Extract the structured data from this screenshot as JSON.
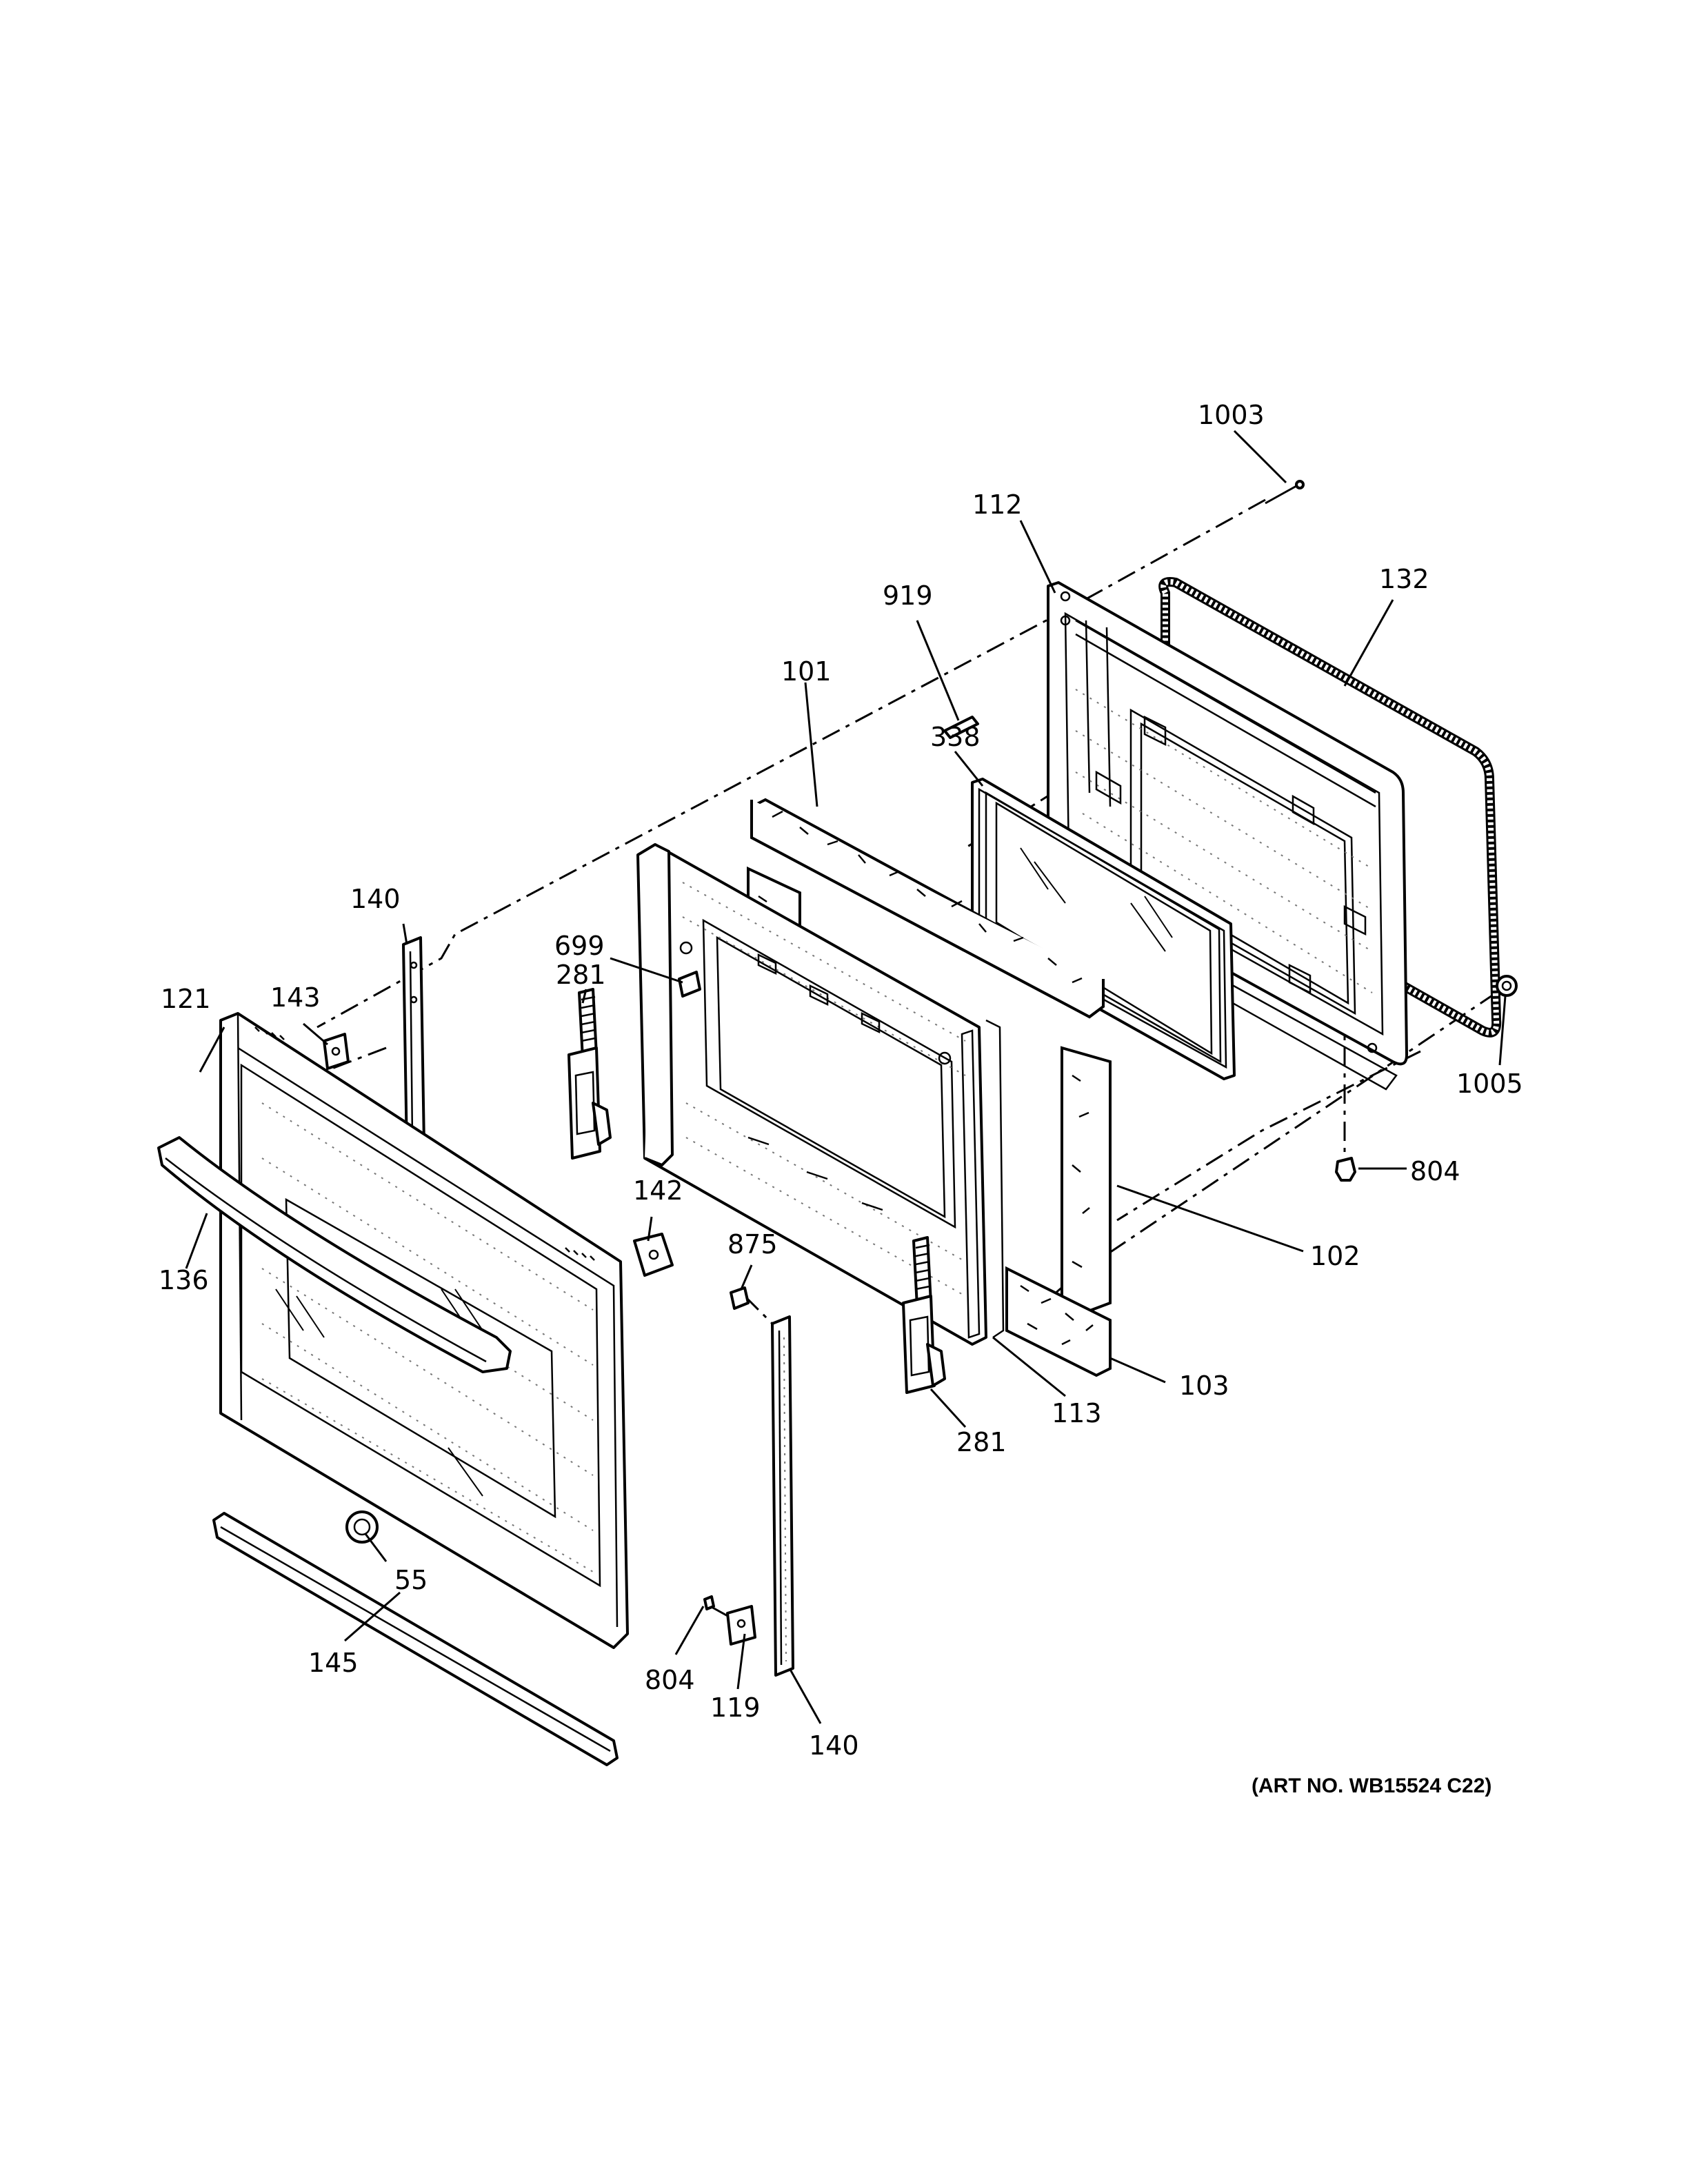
{
  "art_number": "(ART NO. WB15524 C22)",
  "callouts": {
    "c1003": "1003",
    "c112": "112",
    "c132": "132",
    "c919": "919",
    "c101": "101",
    "c338": "338",
    "c140_top": "140",
    "c699": "699",
    "c281_top": "281",
    "c121": "121",
    "c143": "143",
    "c1005": "1005",
    "c804_right": "804",
    "c142": "142",
    "c136": "136",
    "c875": "875",
    "c102": "102",
    "c103": "103",
    "c113": "113",
    "c281_bottom": "281",
    "c55": "55",
    "c145": "145",
    "c804_bottom": "804",
    "c119": "119",
    "c140_bottom": "140"
  }
}
